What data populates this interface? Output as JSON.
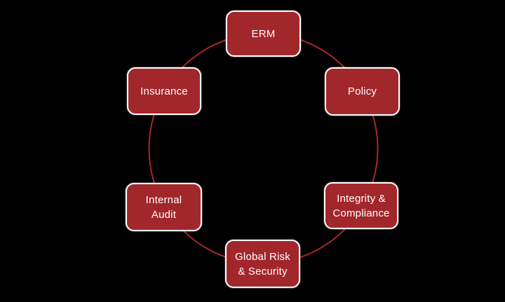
{
  "diagram": {
    "type": "cycle",
    "background_color": "#000000",
    "node_fill_color": "#A2272B",
    "node_border_color": "#FFFFFF",
    "node_text_color": "#FFFFFF",
    "ring_color": "#A8272C",
    "nodes": [
      {
        "id": "erm",
        "label": "ERM"
      },
      {
        "id": "policy",
        "label": "Policy"
      },
      {
        "id": "integrity-compliance",
        "label": "Integrity &\nCompliance"
      },
      {
        "id": "global-risk-security",
        "label": "Global Risk\n& Security"
      },
      {
        "id": "internal-audit",
        "label": "Internal\nAudit"
      },
      {
        "id": "insurance",
        "label": "Insurance"
      }
    ]
  }
}
